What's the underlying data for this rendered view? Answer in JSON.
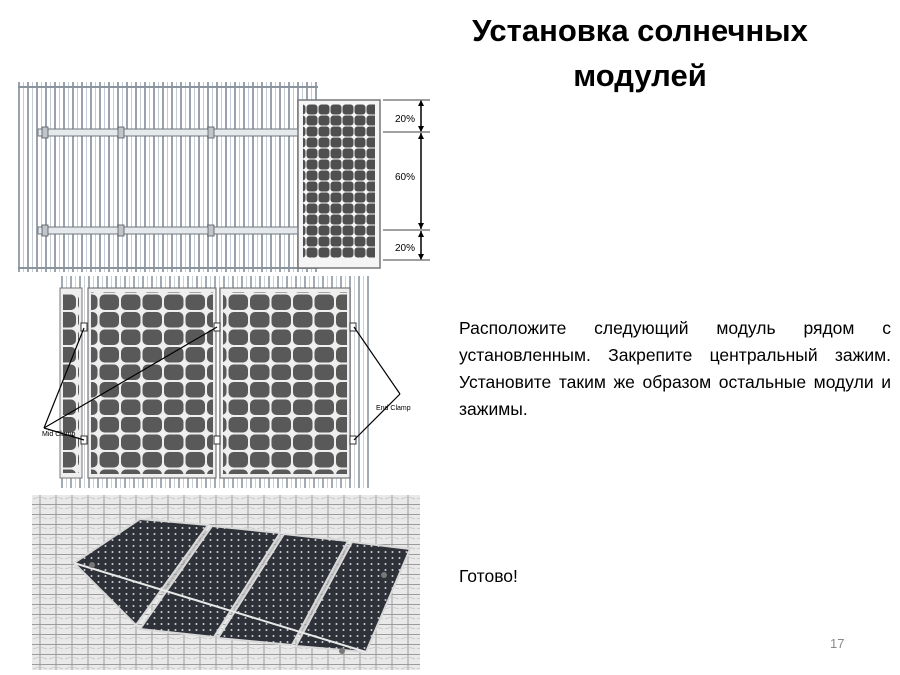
{
  "slide": {
    "title_line1": "Установка солнечных",
    "title_line2": "модулей",
    "instruction": "Расположите следующий модуль рядом с установленным. Закрепите центральный зажим. Установите таким же образом остальные модули и зажимы.",
    "done": "Готово!",
    "page_number": "17"
  },
  "figure_top": {
    "label_top": "20%",
    "label_middle": "60%",
    "label_bottom": "20%"
  },
  "figure_middle": {
    "mid_clamp_label": "Mid Clamp",
    "end_clamp_label": "End Clamp"
  }
}
